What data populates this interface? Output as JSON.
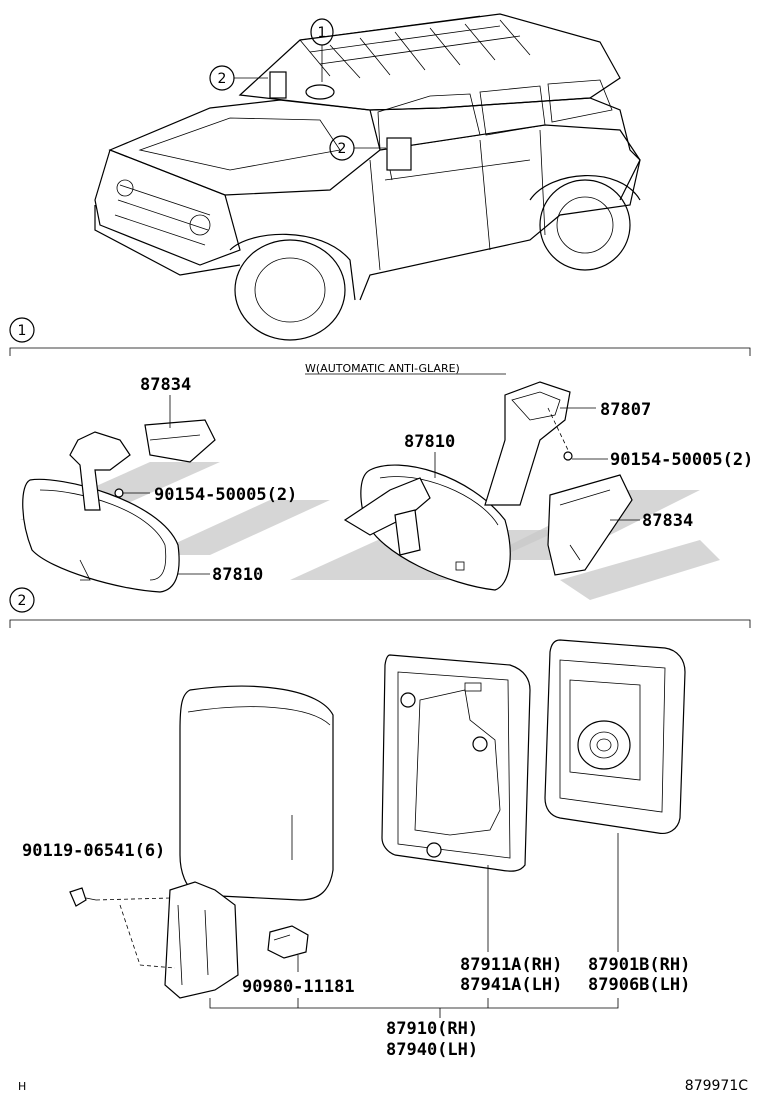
{
  "callouts": {
    "c1": "1",
    "c2": "2"
  },
  "sections": {
    "s1": {
      "number": "1",
      "note": "W(AUTOMATIC ANTI-GLARE)"
    },
    "s2": {
      "number": "2"
    }
  },
  "labels": {
    "p87834_a": "87834",
    "p87810_a": "87810",
    "p90154_a": "90154-50005(2)",
    "p87810_b": "87810",
    "p87807": "87807",
    "p90154_b": "90154-50005(2)",
    "p87834_b": "87834",
    "p90119": "90119-06541(6)",
    "p90980": "90980-11181",
    "p87911": "87911A(RH)",
    "p87941": "87941A(LH)",
    "p87901": "87901B(RH)",
    "p87906": "87906B(LH)",
    "p87910": "87910(RH)",
    "p87940": "87940(LH)"
  },
  "footer": {
    "left": "H",
    "right": "879971C"
  }
}
